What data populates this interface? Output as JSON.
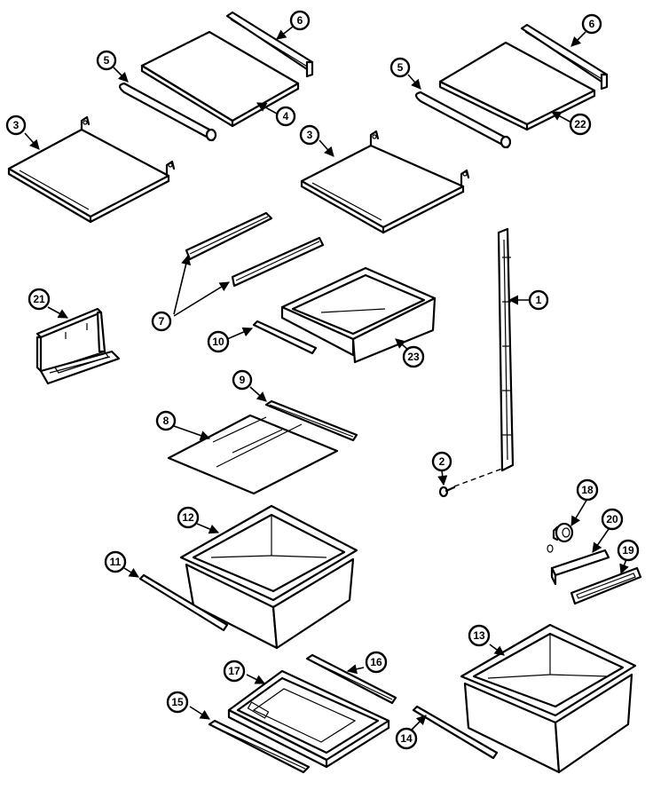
{
  "callouts": [
    {
      "id": "c1",
      "label": "1"
    },
    {
      "id": "c2",
      "label": "2"
    },
    {
      "id": "c3a",
      "label": "3"
    },
    {
      "id": "c3b",
      "label": "3"
    },
    {
      "id": "c4",
      "label": "4"
    },
    {
      "id": "c5a",
      "label": "5"
    },
    {
      "id": "c5b",
      "label": "5"
    },
    {
      "id": "c6a",
      "label": "6"
    },
    {
      "id": "c6b",
      "label": "6"
    },
    {
      "id": "c7",
      "label": "7"
    },
    {
      "id": "c8",
      "label": "8"
    },
    {
      "id": "c9",
      "label": "9"
    },
    {
      "id": "c10",
      "label": "10"
    },
    {
      "id": "c11",
      "label": "11"
    },
    {
      "id": "c12",
      "label": "12"
    },
    {
      "id": "c13",
      "label": "13"
    },
    {
      "id": "c14",
      "label": "14"
    },
    {
      "id": "c15",
      "label": "15"
    },
    {
      "id": "c16",
      "label": "16"
    },
    {
      "id": "c17",
      "label": "17"
    },
    {
      "id": "c18",
      "label": "18"
    },
    {
      "id": "c19",
      "label": "19"
    },
    {
      "id": "c20",
      "label": "20"
    },
    {
      "id": "c21",
      "label": "21"
    },
    {
      "id": "c22",
      "label": "22"
    },
    {
      "id": "c23",
      "label": "23"
    }
  ]
}
